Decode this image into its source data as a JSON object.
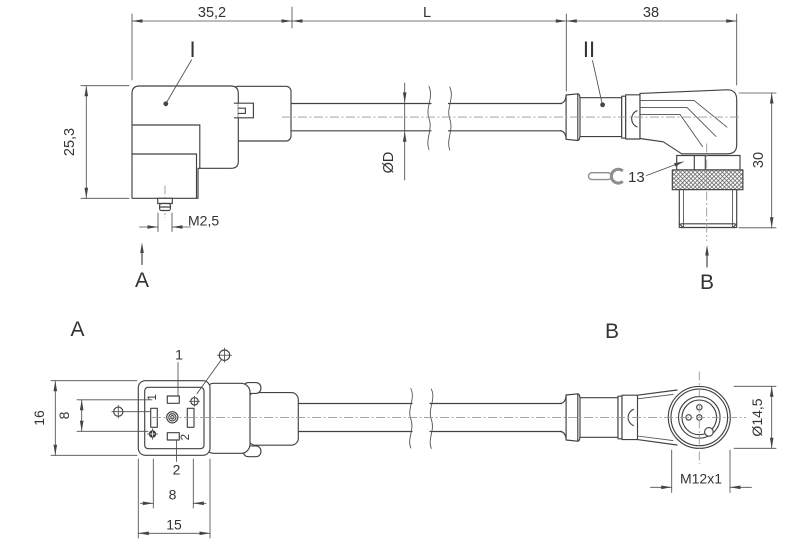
{
  "side_view": {
    "connector_left_label": "I",
    "connector_right_label": "II",
    "dim_left_width": "35,2",
    "dim_cable_length": "L",
    "dim_right_width": "38",
    "dim_left_height": "25,3",
    "dim_screw_thread": "M2,5",
    "dim_cable_diameter": "ØD",
    "wrench_size": "13",
    "dim_right_height": "30",
    "view_arrow_left": "A",
    "view_arrow_right": "B"
  },
  "view_a": {
    "title": "A",
    "dim_face_height": "16",
    "dim_contact_spacing_vertical": "8",
    "contact_1": "1",
    "contact_2": "2",
    "contact_1_inner": "1",
    "contact_2_inner": "2",
    "dim_contact_spacing_horizontal": "8",
    "dim_face_width": "15"
  },
  "view_b": {
    "title": "B",
    "dim_thread": "M12x1",
    "dim_diameter": "Ø14,5"
  }
}
